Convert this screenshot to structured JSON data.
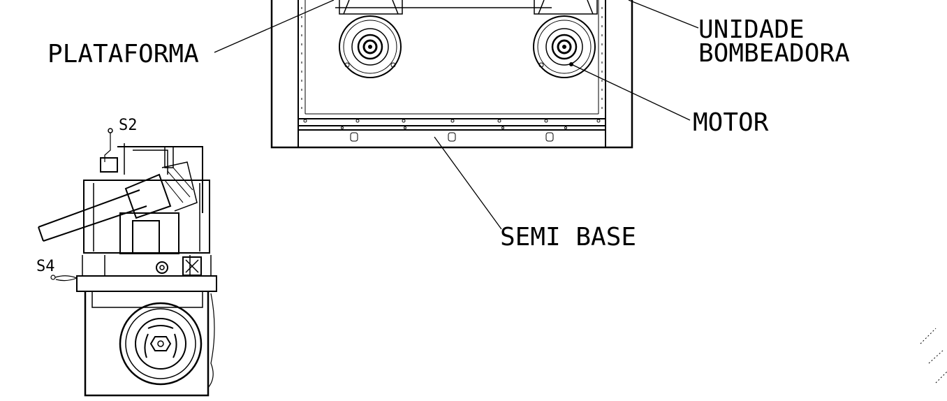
{
  "labels": {
    "plataforma": "PLATAFORMA",
    "unidade_line1": "UNIDADE",
    "unidade_line2": "BOMBEADORA",
    "motor": "MOTOR",
    "semi_base": "SEMI BASE",
    "s2": "S2",
    "s4": "S4"
  },
  "colors": {
    "ink": "#000000",
    "paper": "#ffffff"
  }
}
